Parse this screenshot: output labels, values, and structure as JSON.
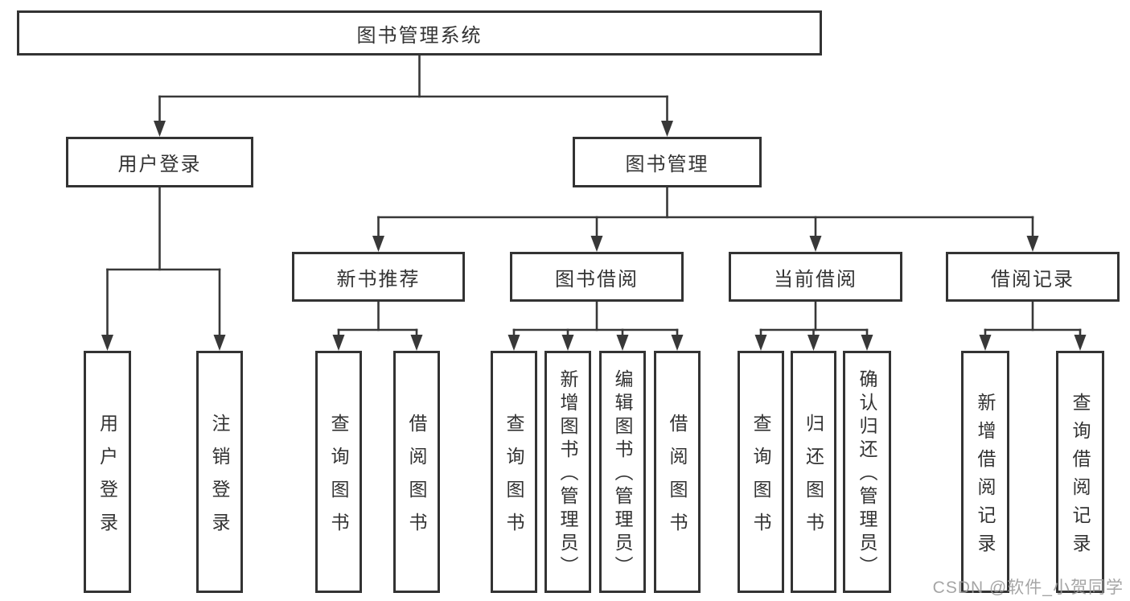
{
  "diagram": {
    "root": {
      "id": "root",
      "label": "图书管理系统",
      "children": [
        {
          "id": "login",
          "label": "用户登录",
          "children": [
            {
              "id": "l_login",
              "label": "用户登录"
            },
            {
              "id": "l_logout",
              "label": "注销登录"
            }
          ]
        },
        {
          "id": "mgmt",
          "label": "图书管理",
          "children": [
            {
              "id": "rec",
              "label": "新书推荐",
              "children": [
                {
                  "id": "rec_query",
                  "label": "查询图书"
                },
                {
                  "id": "rec_borrow",
                  "label": "借阅图书"
                }
              ]
            },
            {
              "id": "borrow",
              "label": "图书借阅",
              "children": [
                {
                  "id": "b_query",
                  "label": "查询图书"
                },
                {
                  "id": "b_add",
                  "label": "新增图书（管理员）"
                },
                {
                  "id": "b_edit",
                  "label": "编辑图书（管理员）"
                },
                {
                  "id": "b_borrow",
                  "label": "借阅图书"
                }
              ]
            },
            {
              "id": "current",
              "label": "当前借阅",
              "children": [
                {
                  "id": "c_query",
                  "label": "查询图书"
                },
                {
                  "id": "c_return",
                  "label": "归还图书"
                },
                {
                  "id": "c_confirm",
                  "label": "确认归还（管理员）"
                }
              ]
            },
            {
              "id": "history",
              "label": "借阅记录",
              "children": [
                {
                  "id": "h_add",
                  "label": "新增借阅记录"
                },
                {
                  "id": "h_query",
                  "label": "查询借阅记录"
                }
              ]
            }
          ]
        }
      ]
    }
  },
  "watermark": {
    "text": "CSDN @软件_小贺同学",
    "color": "#9c9c9c"
  },
  "colors": {
    "line": "#383838",
    "box_border": "#333333",
    "text": "#333333",
    "background": "#ffffff"
  }
}
